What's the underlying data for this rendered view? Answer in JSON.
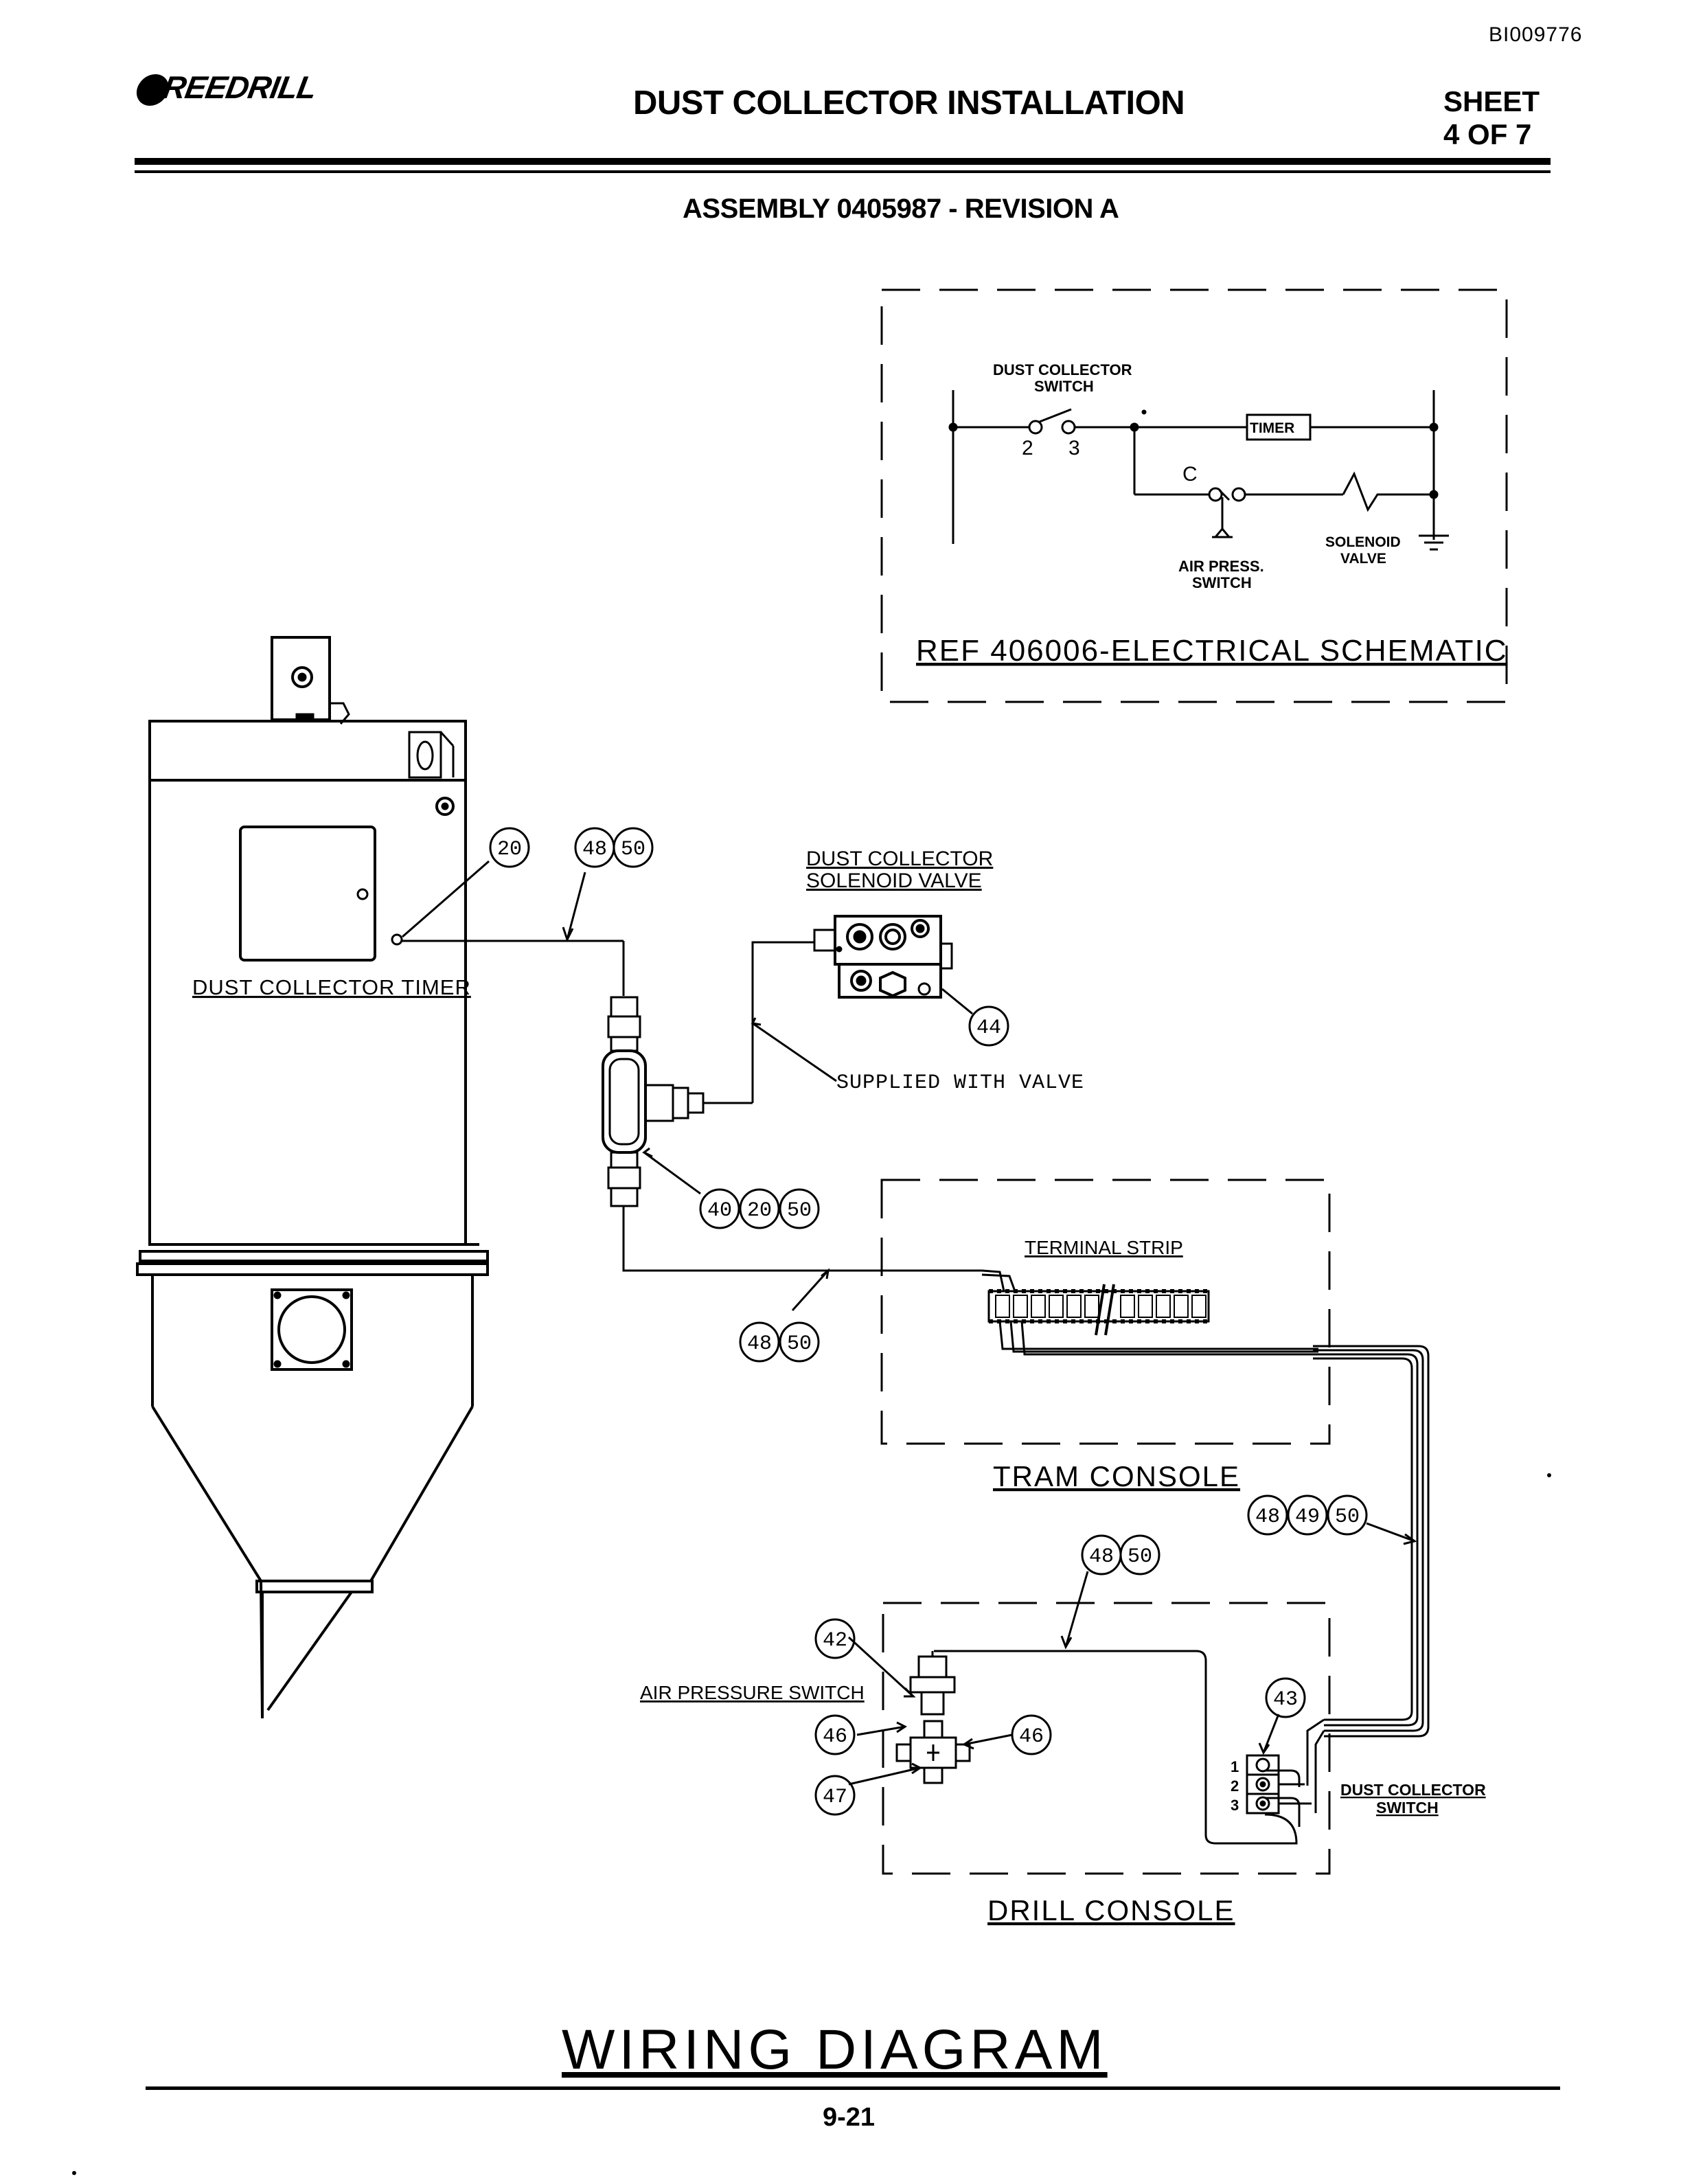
{
  "header": {
    "doc_id": "BI009776",
    "logo": "REEDRILL",
    "title": "DUST COLLECTOR INSTALLATION",
    "sheet_label": "SHEET",
    "sheet_num": "4 OF 7",
    "assembly": "ASSEMBLY 0405987 - REVISION A"
  },
  "schematic": {
    "switch_label_1": "DUST COLLECTOR",
    "switch_label_2": "SWITCH",
    "switch_pin_a": "2",
    "switch_pin_b": "3",
    "timer": "TIMER",
    "contact_c": "C",
    "air_press_1": "AIR PRESS.",
    "air_press_2": "SWITCH",
    "solenoid_1": "SOLENOID",
    "solenoid_2": "VALVE",
    "ref": "REF 406006-ELECTRICAL SCHEMATIC"
  },
  "labels": {
    "timer": "DUST COLLECTOR TIMER",
    "solenoid_1": "DUST COLLECTOR",
    "solenoid_2": "SOLENOID VALVE",
    "supplied": "SUPPLIED WITH VALVE",
    "terminal_strip": "TERMINAL STRIP",
    "tram_console": "TRAM CONSOLE",
    "air_pressure_switch": "AIR PRESSURE SWITCH",
    "dc_switch_1": "DUST COLLECTOR",
    "dc_switch_2": "SWITCH",
    "drill_console": "DRILL CONSOLE",
    "pin1": "1",
    "pin2": "2",
    "pin3": "3"
  },
  "balloons": {
    "b20a": "20",
    "b48a": "48",
    "b50a": "50",
    "b44": "44",
    "b40": "40",
    "b20b": "20",
    "b50b": "50",
    "b48c": "48",
    "b50c": "50",
    "b48d": "48",
    "b49": "49",
    "b50d": "50",
    "b48e": "48",
    "b50e": "50",
    "b42": "42",
    "b43": "43",
    "b46a": "46",
    "b46b": "46",
    "b47": "47"
  },
  "footer": {
    "diagram_title": "WIRING DIAGRAM",
    "page": "9-21"
  }
}
